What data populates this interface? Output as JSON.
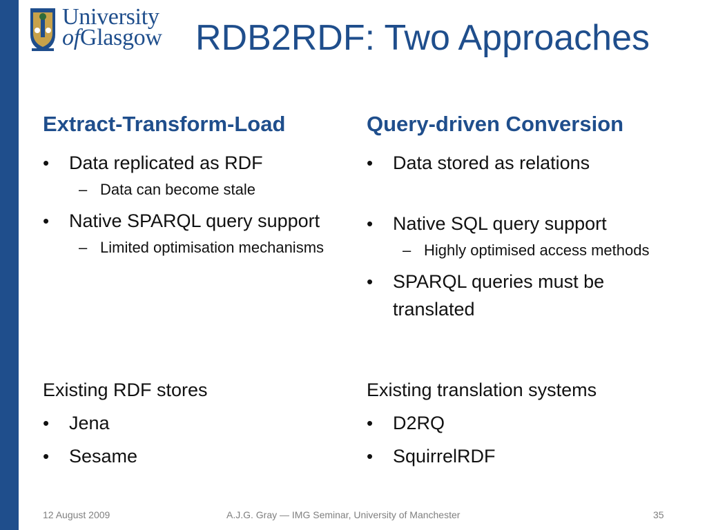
{
  "logo": {
    "line1": "University",
    "line2_of": "of",
    "line2_rest": "Glasgow",
    "colors": {
      "brand": "#1f4e8c",
      "gold": "#c8a24a"
    }
  },
  "title": "RDB2RDF: Two Approaches",
  "left": {
    "heading": "Extract-Transform-Load",
    "bullets": [
      {
        "text": "Data replicated as RDF",
        "sub": [
          "Data can become stale"
        ]
      },
      {
        "text": "Native SPARQL query support",
        "sub": [
          "Limited optimisation mechanisms"
        ]
      }
    ],
    "plain": "Existing RDF stores",
    "items": [
      "Jena",
      "Sesame"
    ]
  },
  "right": {
    "heading": "Query-driven Conversion",
    "bullets": [
      {
        "text": "Data stored as relations",
        "sub": []
      },
      {
        "text": "Native SQL query support",
        "sub": [
          "Highly optimised access methods"
        ]
      },
      {
        "text": "SPARQL queries must be translated",
        "sub": []
      }
    ],
    "plain": "Existing translation systems",
    "items": [
      "D2RQ",
      "SquirrelRDF"
    ]
  },
  "footer": {
    "date": "12 August 2009",
    "center": "A.J.G. Gray — IMG Seminar, University of Manchester",
    "page": "35"
  }
}
